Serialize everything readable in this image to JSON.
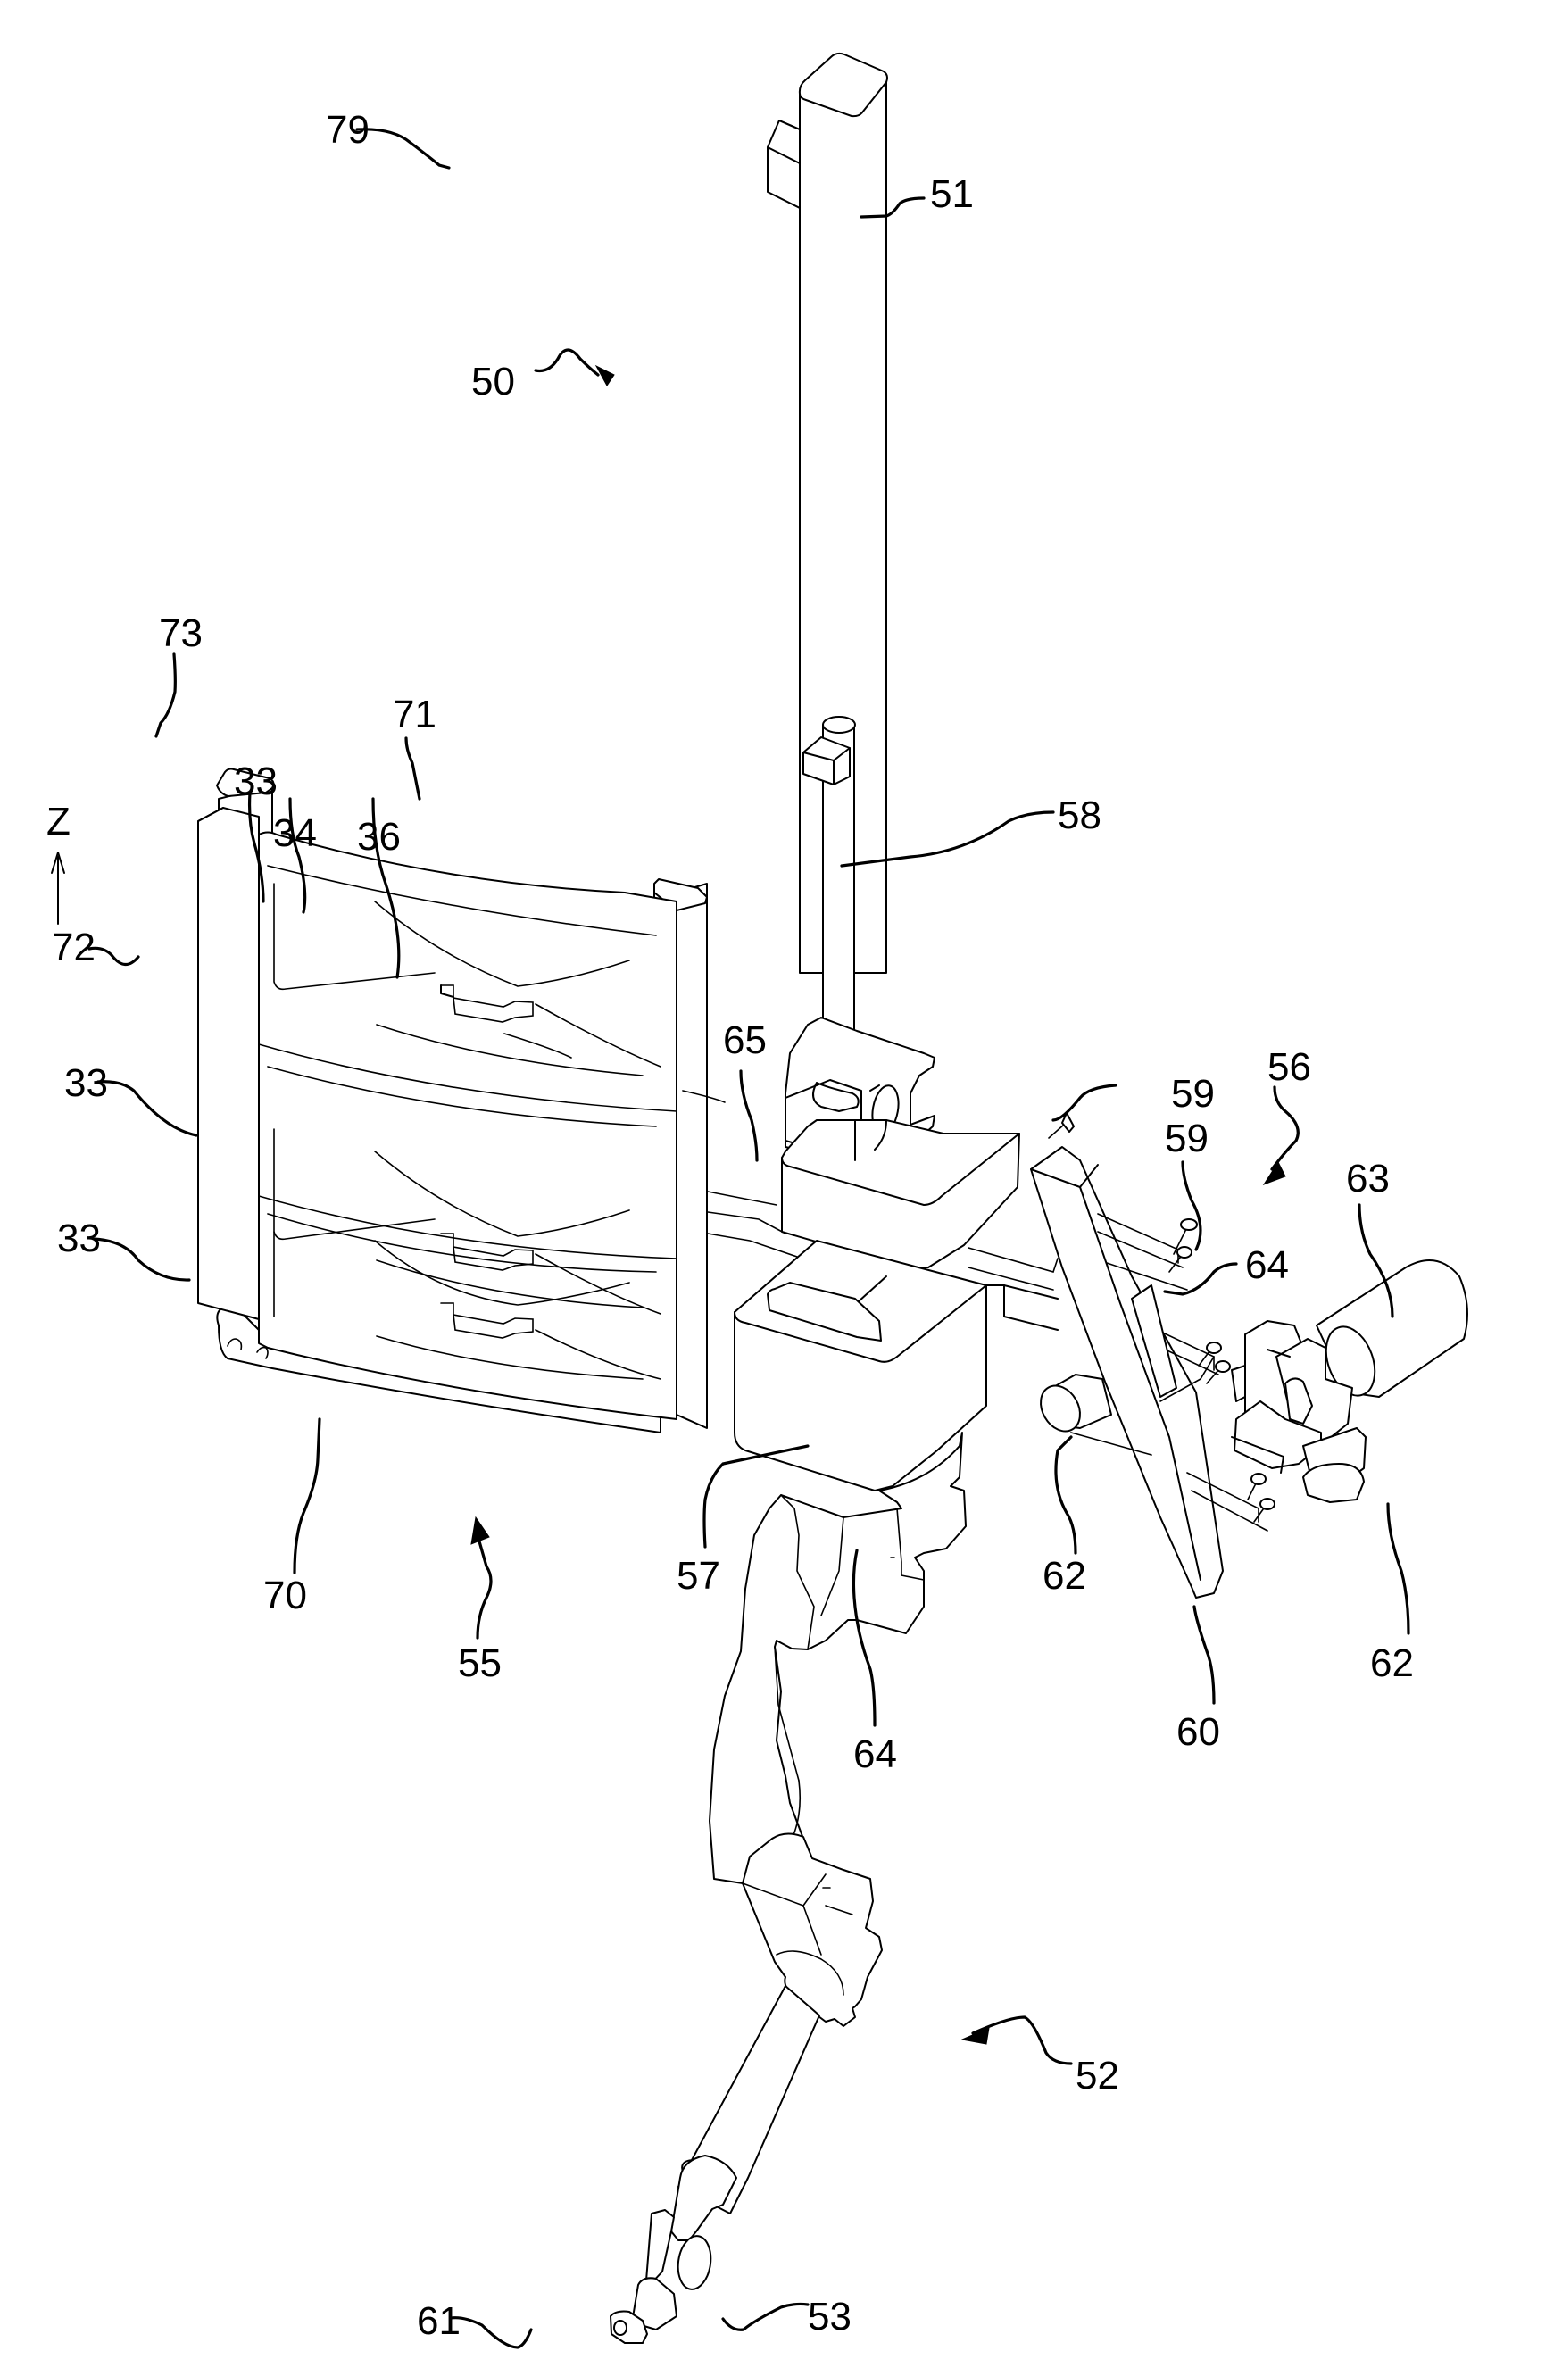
{
  "figure": {
    "kind": "patent drawing",
    "description": "Perspective view of a robotic handling apparatus with vertical column, cassette rack, gripper head and articulated arm",
    "axis_label": "Z"
  },
  "labels": {
    "r79": "79",
    "r51": "51",
    "r50": "50",
    "r73": "73",
    "r71": "71",
    "r33a": "33",
    "r34": "34",
    "r36": "36",
    "r72": "72",
    "r33b": "33",
    "r33c": "33",
    "r58": "58",
    "r65": "65",
    "r59a": "59",
    "r59b": "59",
    "r56": "56",
    "r63": "63",
    "r64a": "64",
    "r57": "57",
    "r62a": "62",
    "r62b": "62",
    "r60": "60",
    "r70": "70",
    "r55": "55",
    "r64b": "64",
    "r52": "52",
    "r61": "61",
    "r53": "53"
  },
  "components": [
    {
      "ref": "50",
      "name": "robotic handling apparatus (assembly)"
    },
    {
      "ref": "51",
      "name": "vertical column"
    },
    {
      "ref": "52",
      "name": "articulated robot arm"
    },
    {
      "ref": "53",
      "name": "end effector"
    },
    {
      "ref": "55",
      "name": "cassette rack assembly"
    },
    {
      "ref": "56",
      "name": "gripper assembly"
    },
    {
      "ref": "57",
      "name": "carriage block"
    },
    {
      "ref": "58",
      "name": "lift rod"
    },
    {
      "ref": "59",
      "name": "suction cups"
    },
    {
      "ref": "60",
      "name": "gripper plate"
    },
    {
      "ref": "61",
      "name": "tool tip"
    },
    {
      "ref": "62",
      "name": "pivot joints"
    },
    {
      "ref": "63",
      "name": "motor"
    },
    {
      "ref": "64",
      "name": "support arms"
    },
    {
      "ref": "65",
      "name": "mounting bracket"
    },
    {
      "ref": "70",
      "name": "rack base"
    },
    {
      "ref": "71",
      "name": "right rack post"
    },
    {
      "ref": "72",
      "name": "left rack post"
    },
    {
      "ref": "73",
      "name": "post cap"
    },
    {
      "ref": "79",
      "name": "sensor box"
    },
    {
      "ref": "33",
      "name": "cassettes / trays"
    },
    {
      "ref": "34",
      "name": "tray handle"
    },
    {
      "ref": "36",
      "name": "tray edge"
    }
  ]
}
